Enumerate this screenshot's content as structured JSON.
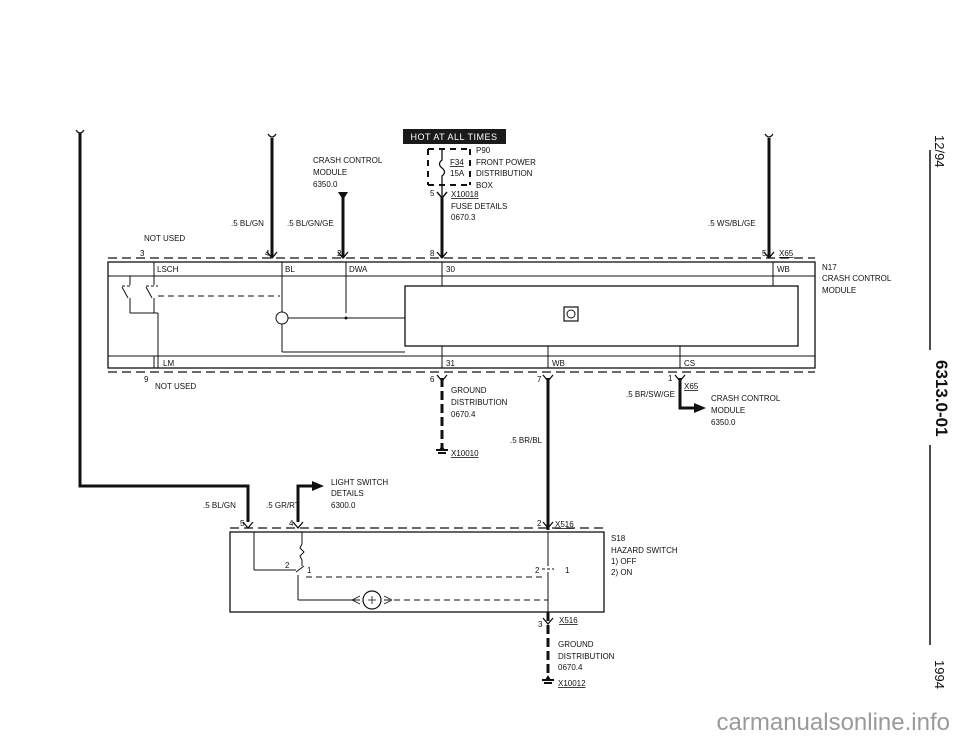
{
  "banner": "HOT AT ALL TIMES",
  "top": {
    "p90_id": "P90",
    "p90_desc1": "FRONT POWER",
    "p90_desc2": "DISTRIBUTION",
    "p90_desc3": "BOX",
    "fuse_id": "F34",
    "fuse_rating": "15A",
    "fuse_pin": "5",
    "fuse_conn": "X10018",
    "fuse_details1": "FUSE DETAILS",
    "fuse_details2": "0670.3",
    "ccm1": "CRASH CONTROL",
    "ccm2": "MODULE",
    "ccm3": "6350.0"
  },
  "wires": {
    "w1": ".5 BL/GN",
    "w2": ".5 BL/GN/GE",
    "w3": ".5 WS/BL/GE",
    "w4": ".5 BR/SW/GE",
    "w5": ".5 BR/BL",
    "w6": ".5 BL/GN",
    "w7": ".5 GR/RT"
  },
  "n17": {
    "not_used_top": "NOT USED",
    "not_used_bot": "NOT USED",
    "pin3": "3",
    "pin4": "4",
    "pin2": "2",
    "pin8": "8",
    "pin5": "5",
    "pin9": "9",
    "pin6": "6",
    "pin7": "7",
    "pin1": "1",
    "conn_top": "X65",
    "conn_bot": "X65",
    "id": "N17",
    "name1": "CRASH CONTROL",
    "name2": "MODULE",
    "lsch": "LSCH",
    "bl": "BL",
    "dwa": "DWA",
    "t30": "30",
    "wb_top": "WB",
    "lm": "LM",
    "t31": "31",
    "wb_bot": "WB",
    "cs": "CS"
  },
  "right_ccm": {
    "l1": "CRASH CONTROL",
    "l2": "MODULE",
    "l3": "6350.0"
  },
  "ground1": {
    "l1": "GROUND",
    "l2": "DISTRIBUTION",
    "l3": "0670.4",
    "conn": "X10010"
  },
  "light": {
    "l1": "LIGHT SWITCH",
    "l2": "DETAILS",
    "l3": "6300.0"
  },
  "s18": {
    "pin5": "5",
    "pin4": "4",
    "pin2": "2",
    "conn_top": "X516",
    "id": "S18",
    "name": "HAZARD SWITCH",
    "pos1": "1)  OFF",
    "pos2": "2)  ON",
    "sw_a2": "2",
    "sw_a1": "1",
    "sw_b2": "2",
    "sw_b1": "1",
    "pin3": "3",
    "conn_bot": "X516"
  },
  "ground2": {
    "l1": "GROUND",
    "l2": "DISTRIBUTION",
    "l3": "0670.4",
    "conn": "X10012"
  },
  "side": {
    "date": "12/94",
    "code": "6313.0-01",
    "year": "1994"
  },
  "watermark": "carmanualsonline.info"
}
